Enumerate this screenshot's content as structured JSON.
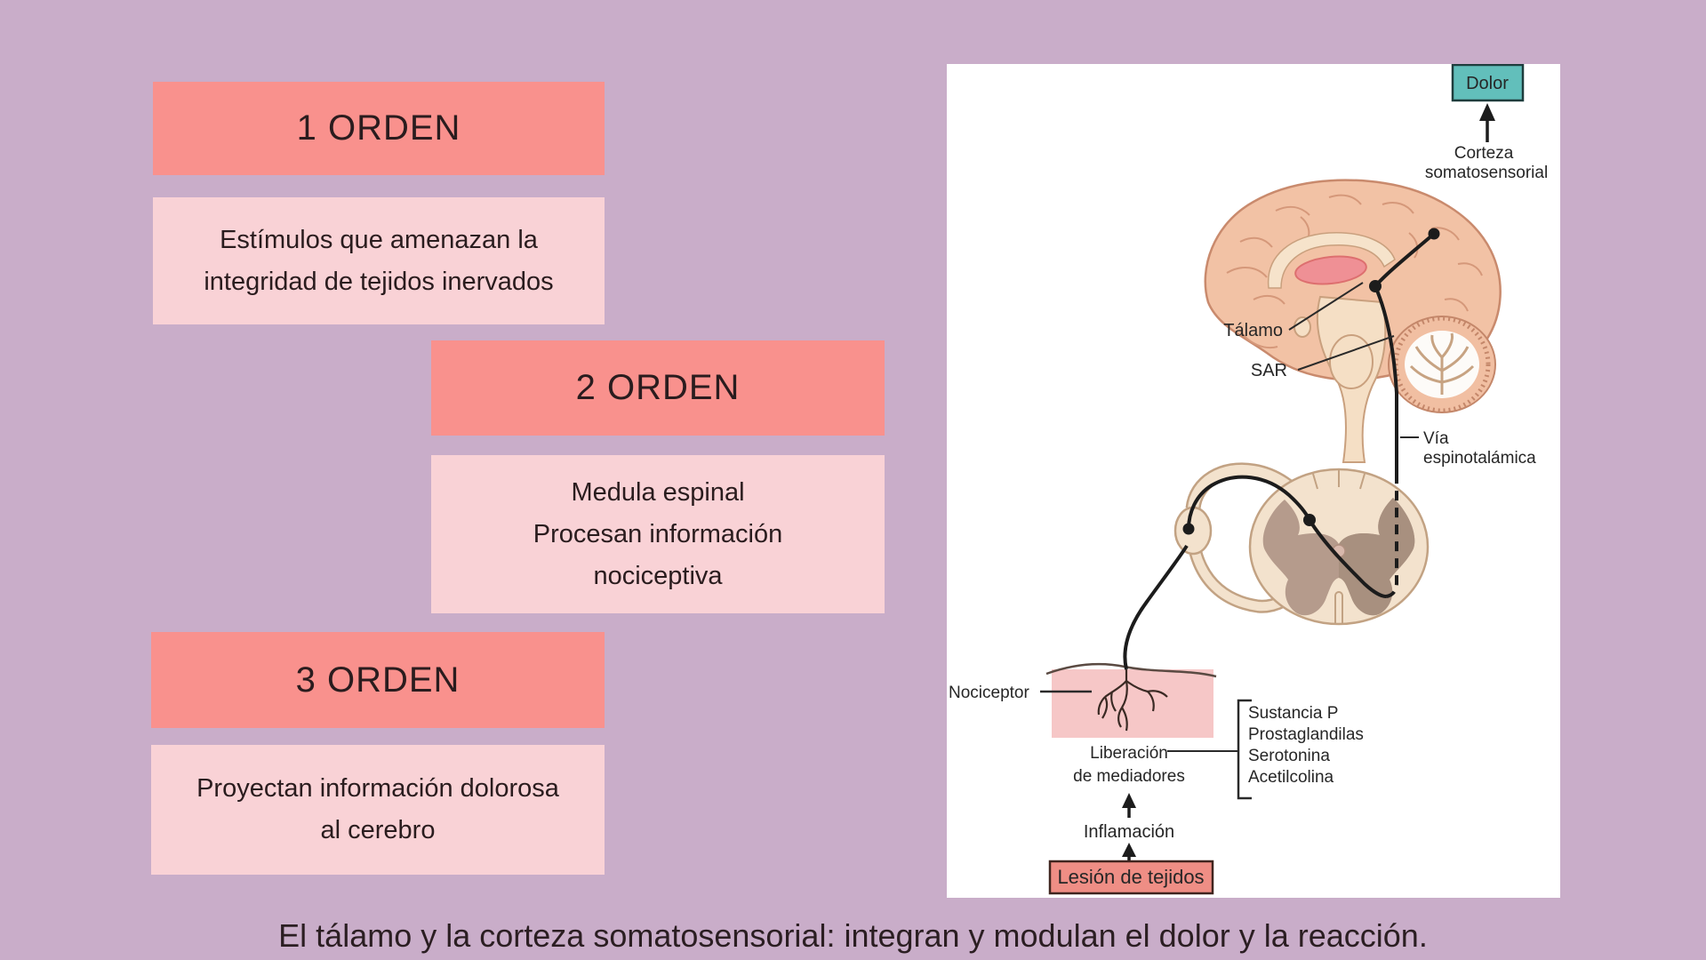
{
  "colors": {
    "background": "#c9adc9",
    "header_box": "#f9918d",
    "body_box": "#f9d2d6",
    "dolor_box": "#62bfbb",
    "lesion_box": "#ef8e85",
    "panel": "#ffffff"
  },
  "left_panel": {
    "sections": [
      {
        "header": "1 ORDEN",
        "lines": [
          "Estímulos que amenazan la",
          "integridad de tejidos inervados"
        ]
      },
      {
        "header": "2 ORDEN",
        "lines": [
          "Medula espinal",
          "Procesan información",
          "nociceptiva"
        ]
      },
      {
        "header": "3 ORDEN",
        "lines": [
          "Proyectan información dolorosa",
          "al cerebro"
        ]
      }
    ]
  },
  "diagram": {
    "dolor": "Dolor",
    "corteza_line1": "Corteza",
    "corteza_line2": "somatosensorial",
    "talamo": "Tálamo",
    "sar": "SAR",
    "via_line1": "Vía",
    "via_line2": "espinotalámica",
    "nociceptor": "Nociceptor",
    "liberacion_line1": "Liberación",
    "liberacion_line2": "de mediadores",
    "mediators": [
      "Sustancia P",
      "Prostaglandilas",
      "Serotonina",
      "Acetilcolina"
    ],
    "inflamacion": "Inflamación",
    "lesion": "Lesión de tejidos"
  },
  "caption": "El tálamo y la corteza somatosensorial: integran y modulan el dolor y la reacción."
}
